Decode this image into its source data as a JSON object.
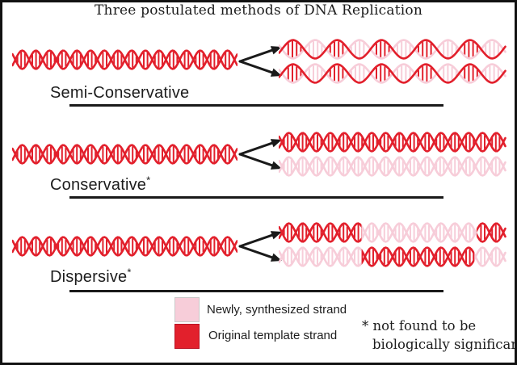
{
  "title": "Three postulated methods of DNA Replication",
  "colors": {
    "original": "#e2202c",
    "new": "#f7cdd9",
    "ink": "#1a1a1a"
  },
  "methods": [
    {
      "label": "Semi-Conservative",
      "asterisk": "",
      "parent_strand": "original",
      "daughters": [
        {
          "type": "hybrid",
          "strands": [
            "original",
            "new"
          ]
        },
        {
          "type": "hybrid",
          "strands": [
            "original",
            "new"
          ]
        }
      ]
    },
    {
      "label": "Conservative",
      "asterisk": "*",
      "parent_strand": "original",
      "daughters": [
        {
          "type": "solid",
          "color": "original"
        },
        {
          "type": "solid",
          "color": "new"
        }
      ]
    },
    {
      "label": "Dispersive",
      "asterisk": "*",
      "parent_strand": "original",
      "daughters": [
        {
          "type": "segmented",
          "segments": [
            [
              "original",
              0,
              0.36
            ],
            [
              "new",
              0.36,
              0.88
            ],
            [
              "original",
              0.88,
              1
            ]
          ]
        },
        {
          "type": "segmented",
          "segments": [
            [
              "new",
              0,
              0.36
            ],
            [
              "original",
              0.36,
              0.87
            ],
            [
              "new",
              0.87,
              1
            ]
          ]
        }
      ]
    }
  ],
  "legend": {
    "items": [
      {
        "swatch_color": "new",
        "label": "Newly, synthesized strand"
      },
      {
        "swatch_color": "original",
        "label": "Original template strand"
      }
    ]
  },
  "footnote": {
    "marker": "*",
    "line1": "not found to be",
    "line2": "biologically significant"
  }
}
